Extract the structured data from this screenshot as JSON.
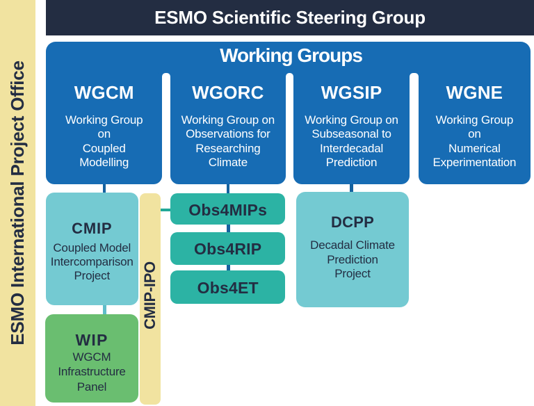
{
  "colors": {
    "navy": "#232d42",
    "blue": "#176cb4",
    "teal": "#2cb3a4",
    "teal_light": "#74cad2",
    "green": "#6abe70",
    "yellow": "#f1e3a0",
    "connector_teal": "#21a898",
    "connector_cmip": "#5fbdc9",
    "connector_blue": "#15629f",
    "text_dark": "#232d42"
  },
  "sidebar": {
    "label": "ESMO International Project Office"
  },
  "header": {
    "title": "ESMO Scientific Steering Group"
  },
  "working_groups": {
    "title": "Working Groups",
    "columns": [
      {
        "label": "WGCM",
        "desc": [
          "Working Group",
          "on",
          "Coupled",
          "Modelling"
        ]
      },
      {
        "label": "WGORC",
        "desc": [
          "Working Group on",
          "Observations for",
          "Researching",
          "Climate"
        ]
      },
      {
        "label": "WGSIP",
        "desc": [
          "Working Group on",
          "Subseasonal to",
          "Interdecadal",
          "Prediction"
        ]
      },
      {
        "label": "WGNE",
        "desc": [
          "Working Group",
          "on",
          "Numerical",
          "Experimentation"
        ]
      }
    ]
  },
  "cmip": {
    "label": "CMIP",
    "desc": [
      "Coupled Model",
      "Intercomparison",
      "Project"
    ]
  },
  "wip": {
    "label": "WIP",
    "desc": [
      "WGCM",
      "Infrastructure",
      "Panel"
    ]
  },
  "cmip_ipo": {
    "label": "CMIP-IPO"
  },
  "obs": {
    "items": [
      "Obs4MIPs",
      "Obs4RIP",
      "Obs4ET"
    ]
  },
  "dcpp": {
    "label": "DCPP",
    "desc": [
      "Decadal Climate",
      "Prediction",
      "Project"
    ]
  }
}
